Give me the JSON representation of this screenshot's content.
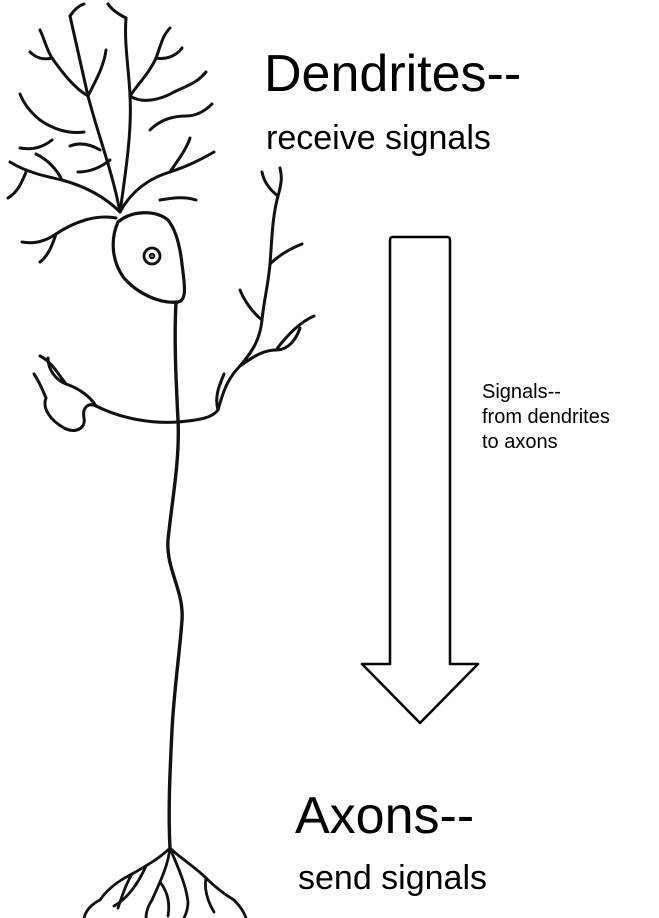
{
  "dendrites": {
    "heading": "Dendrites--",
    "caption": "receive signals"
  },
  "signal_flow": {
    "lines": [
      "Signals--",
      "from dendrites",
      "to axons"
    ]
  },
  "axons": {
    "heading": "Axons--",
    "caption": "send signals"
  }
}
